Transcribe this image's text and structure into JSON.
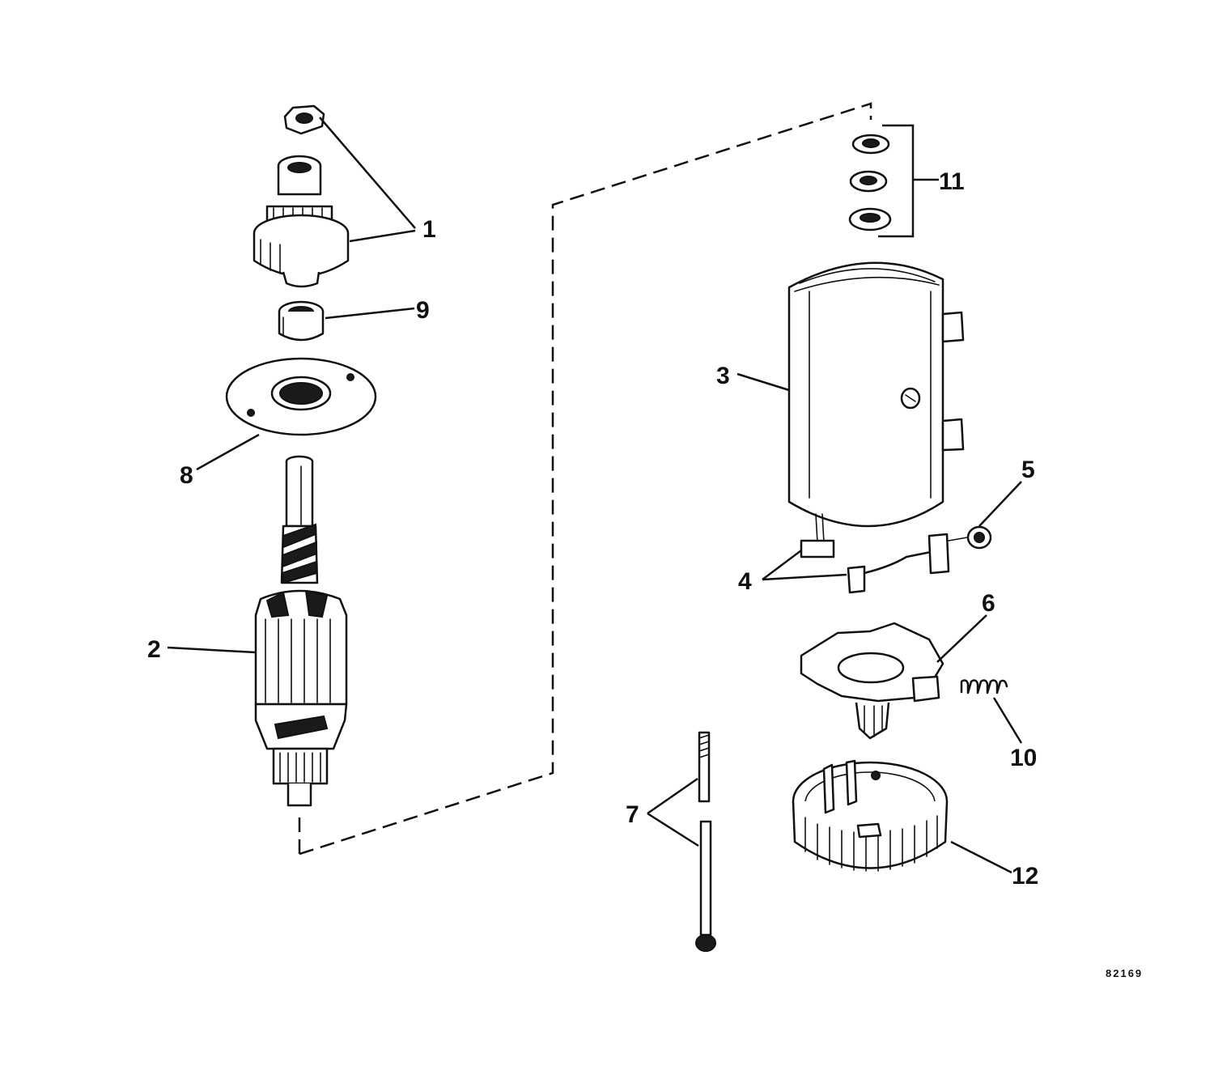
{
  "parts": [
    {
      "id": "part-1",
      "label": "1"
    },
    {
      "id": "part-2",
      "label": "2"
    },
    {
      "id": "part-3",
      "label": "3"
    },
    {
      "id": "part-4",
      "label": "4"
    },
    {
      "id": "part-5",
      "label": "5"
    },
    {
      "id": "part-6",
      "label": "6"
    },
    {
      "id": "part-7",
      "label": "7"
    },
    {
      "id": "part-8",
      "label": "8"
    },
    {
      "id": "part-9",
      "label": "9"
    },
    {
      "id": "part-10",
      "label": "10"
    },
    {
      "id": "part-11",
      "label": "11"
    },
    {
      "id": "part-12",
      "label": "12"
    }
  ],
  "figure_number": "82169"
}
